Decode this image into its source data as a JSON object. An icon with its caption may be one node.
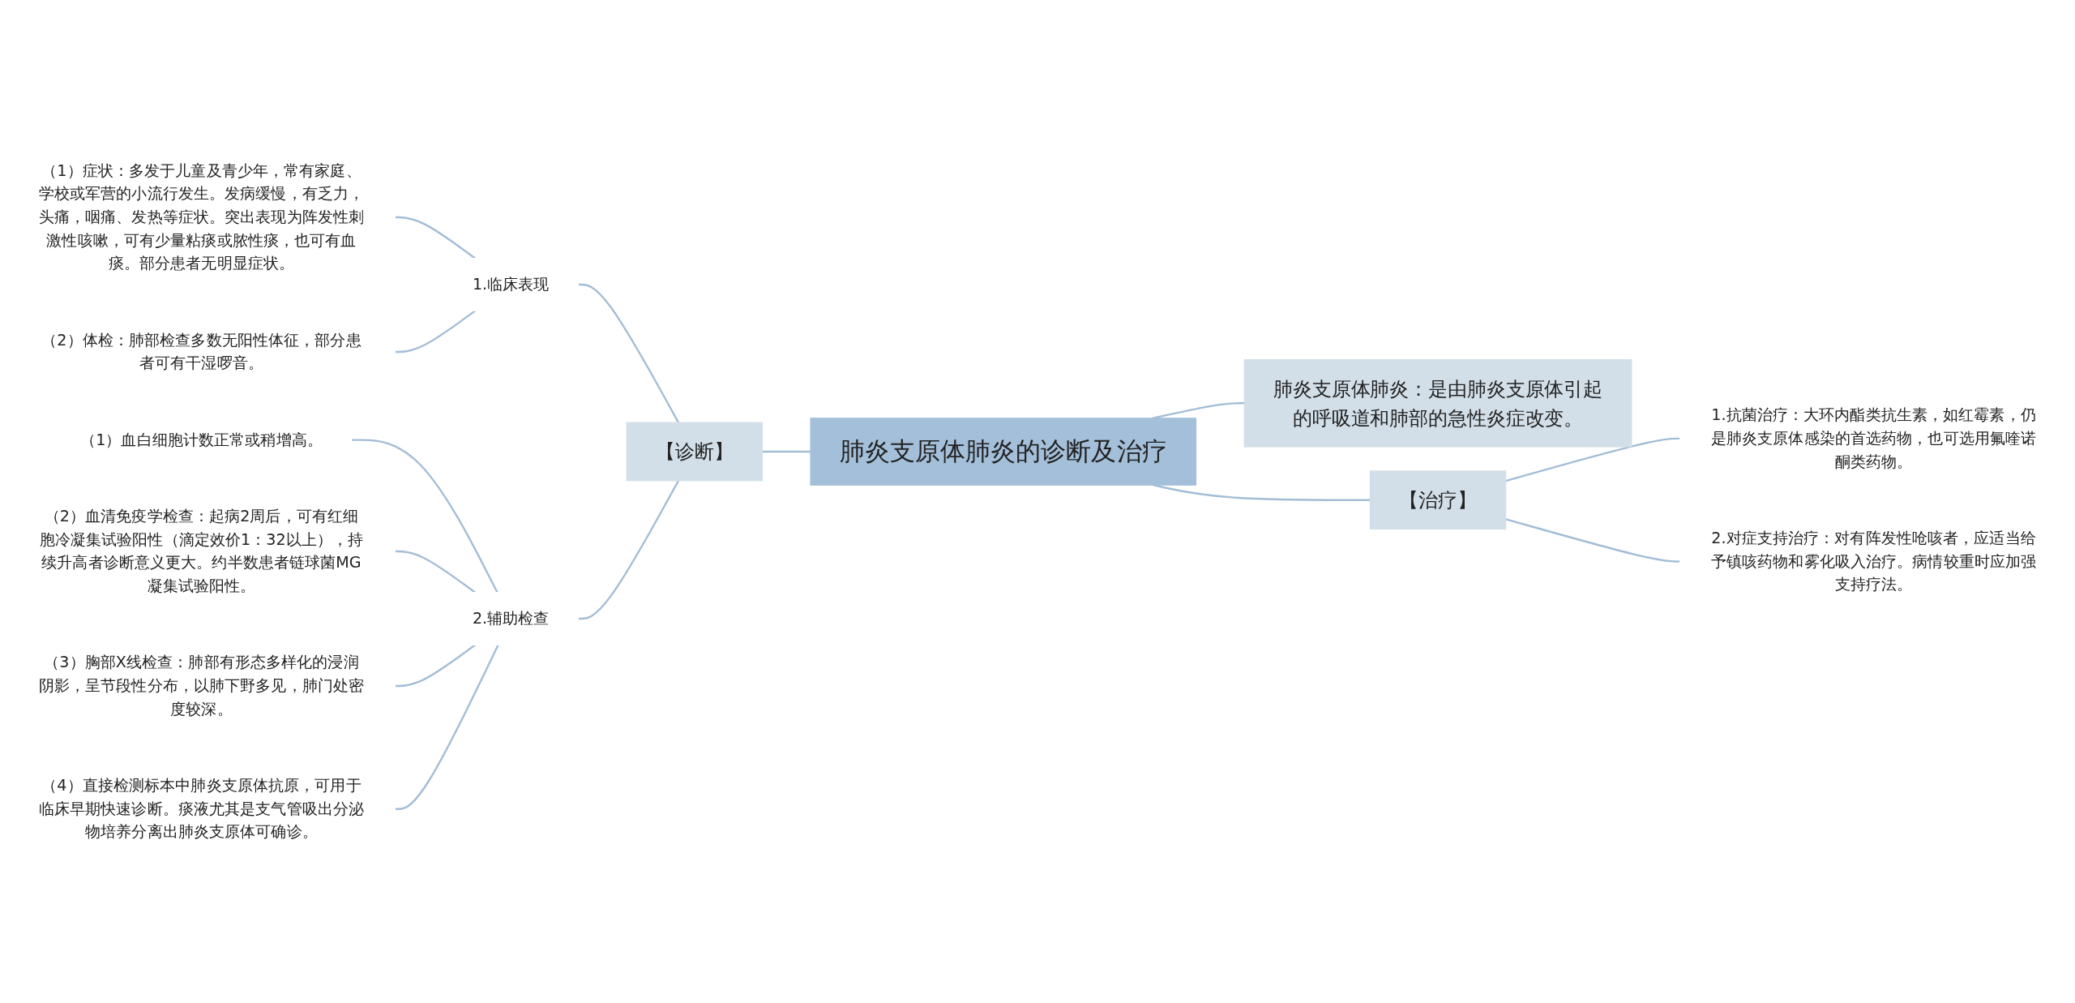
{
  "diagram": {
    "nodes": [
      {
        "text": [
          "肺炎支原体肺炎的诊断及治疗"
        ]
      },
      {
        "text": [
          "【诊断】"
        ]
      },
      {
        "text": [
          "1.临床表现"
        ]
      },
      {
        "text": [
          "（1）症状：多发于儿童及青少年，常有家庭、学校或军营的小流行发生。发病缓慢，有乏力，头痛，咽痛、发热等症状。突出表现为阵发性刺激性咳嗽，可有少量粘痰或脓性痰，也可有血痰。部分患者无明显症状。"
        ]
      },
      {
        "text": [
          "（2）体检：肺部检查多数无阳性体征，部分患者可有干湿啰音。"
        ]
      },
      {
        "text": [
          "2.辅助检查"
        ]
      },
      {
        "text": [
          "（1）血白细胞计数正常或稍增高。"
        ]
      },
      {
        "text": [
          "（2）血清免疫学检查：起病2周后，可有红细胞冷凝集试验阳性（滴定效价1：32以上），持续升高者诊断意义更大。约半数患者链球菌MG凝集试验阳性。"
        ]
      },
      {
        "text": [
          "（3）胸部X线检查：肺部有形态多样化的浸润阴影，呈节段性分布，以肺下野多见，肺门处密度较深。"
        ]
      },
      {
        "text": [
          "（4）直接检测标本中肺炎支原体抗原，可用于临床早期快速诊断。痰液尤其是支气管吸出分泌物培养分离出肺炎支原体可确诊。"
        ]
      },
      {
        "text": [
          "肺炎支原体肺炎：是由肺炎支原体引起的呼吸道和肺部的急性炎症改变。"
        ]
      },
      {
        "text": [
          "【治疗】"
        ]
      },
      {
        "text": [
          "1.抗菌治疗：大环内酯类抗生素，如红霉素，仍是肺炎支原体感染的首选药物，也可选用氟喹诺酮类药物。"
        ]
      },
      {
        "text": [
          "2.对症支持治疗：对有阵发性呛咳者，应适当给予镇咳药物和雾化吸入治疗。病情较重时应加强支持疗法。"
        ]
      }
    ],
    "edges": [
      {
        "from": 0,
        "to": 1,
        "arrow": "none"
      },
      {
        "from": 1,
        "to": 2,
        "arrow": "none"
      },
      {
        "from": 2,
        "to": 3,
        "arrow": "none"
      },
      {
        "from": 2,
        "to": 4,
        "arrow": "none"
      },
      {
        "from": 1,
        "to": 5,
        "arrow": "none"
      },
      {
        "from": 5,
        "to": 6,
        "arrow": "none"
      },
      {
        "from": 5,
        "to": 7,
        "arrow": "none"
      },
      {
        "from": 5,
        "to": 8,
        "arrow": "none"
      },
      {
        "from": 5,
        "to": 9,
        "arrow": "none"
      },
      {
        "from": 0,
        "to": 10,
        "arrow": "none"
      },
      {
        "from": 0,
        "to": 11,
        "arrow": "none"
      },
      {
        "from": 11,
        "to": 12,
        "arrow": "none"
      },
      {
        "from": 11,
        "to": 13,
        "arrow": "none"
      }
    ]
  }
}
